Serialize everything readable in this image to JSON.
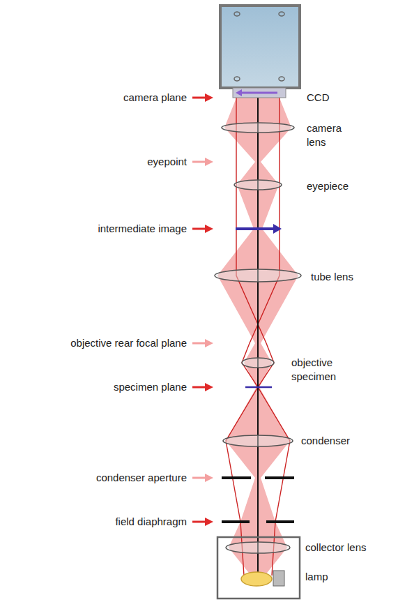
{
  "diagram": {
    "labels": [
      "camera plane",
      "CCD",
      "camera lens",
      "eyepoint",
      "eyepiece",
      "intermediate image",
      "tube lens",
      "objective rear focal plane",
      "objective",
      "specimen plane",
      "specimen",
      "condenser",
      "condenser aperture",
      "field diaphragm",
      "collector lens",
      "lamp"
    ]
  }
}
